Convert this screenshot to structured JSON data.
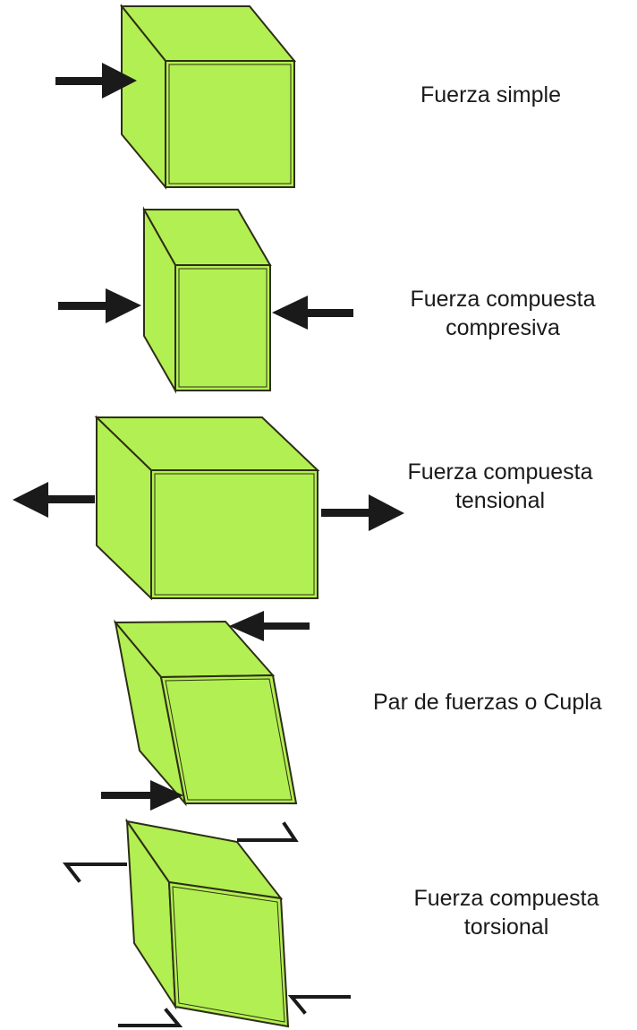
{
  "colors": {
    "face_fill": "#b2ef52",
    "edge_stroke": "#2e2e16",
    "inner_line": "#7fbf2a",
    "arrow": "#1a1a1a",
    "text": "#1a1a1a"
  },
  "panels": [
    {
      "id": "fuerza-simple",
      "lines": [
        "Fuerza simple"
      ]
    },
    {
      "id": "compresiva",
      "lines": [
        "Fuerza compuesta",
        "compresiva"
      ]
    },
    {
      "id": "tensional",
      "lines": [
        "Fuerza compuesta",
        "tensional"
      ]
    },
    {
      "id": "cupla",
      "lines": [
        "Par de fuerzas o Cupla"
      ]
    },
    {
      "id": "torsional",
      "lines": [
        "Fuerza compuesta",
        "torsional"
      ]
    }
  ]
}
